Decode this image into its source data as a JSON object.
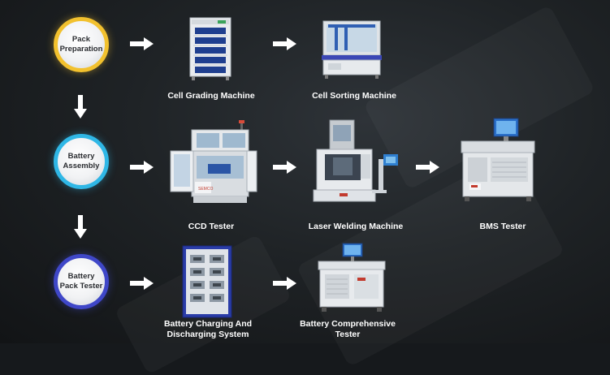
{
  "stages": [
    {
      "label": "Pack\nPreparation",
      "ring_color": "#f2c12e"
    },
    {
      "label": "Battery\nAssembly",
      "ring_color": "#2fb7e6"
    },
    {
      "label": "Battery\nPack Tester",
      "ring_color": "#3f47c8"
    }
  ],
  "machines": {
    "cell_grading": "Cell Grading Machine",
    "cell_sorting": "Cell Sorting Machine",
    "ccd_tester": "CCD Tester",
    "laser_welding": "Laser Welding Machine",
    "bms_tester": "BMS Tester",
    "charging_discharging": "Battery Charging And\nDischarging System",
    "comprehensive_tester": "Battery Comprehensive\nTester"
  }
}
